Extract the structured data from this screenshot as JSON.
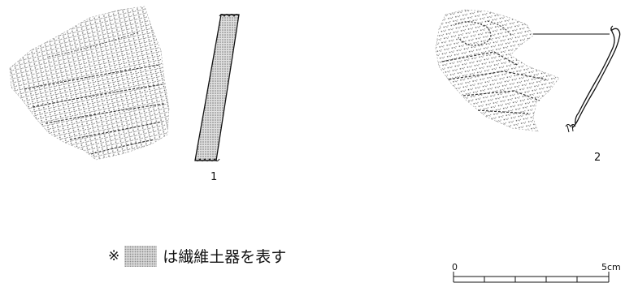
{
  "figures": {
    "fig1_number": "1",
    "fig2_number": "2"
  },
  "legend": {
    "mark": "※",
    "text": "は繊維土器を表す",
    "swatch_meaning": "fiber-tempered pottery"
  },
  "scale_bar": {
    "start_label": "0",
    "end_label": "5cm",
    "divisions": 5
  },
  "colors": {
    "ink": "#111111",
    "stipple": "#8a8a8a",
    "hatch_fill": "#bdbdbd"
  }
}
